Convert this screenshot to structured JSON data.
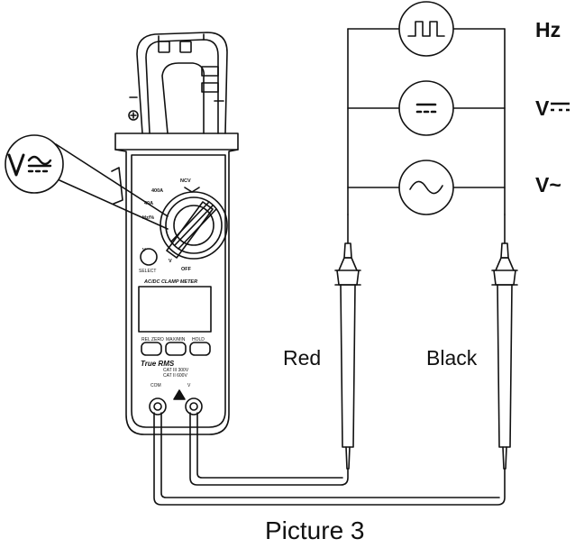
{
  "meter": {
    "ranges": [
      "NCV",
      "400A",
      "40A",
      "Hz/%",
      "",
      "",
      "V",
      "V",
      "OFF"
    ],
    "select_label": "SELECT",
    "model_label": "AC/DC CLAMP METER",
    "buttons": [
      "REL ZERO",
      "MAX/MIN",
      "HOLD"
    ],
    "true_rms": "True RMS",
    "cat_lines": [
      "CAT III 300V",
      "CAT II 600V"
    ],
    "com_label": "COM",
    "vhz_label": "V"
  },
  "callout_label": "V",
  "circuit": {
    "signals": [
      {
        "label": "Hz",
        "symbol": "square-wave-icon"
      },
      {
        "label": "V",
        "symbol": "dc-symbol-icon"
      },
      {
        "label": "V~",
        "symbol": "ac-sine-icon"
      }
    ]
  },
  "probes": {
    "red": "Red",
    "black": "Black"
  },
  "caption": "Picture 3",
  "colors": {
    "ink": "#111111",
    "background": "#ffffff"
  }
}
